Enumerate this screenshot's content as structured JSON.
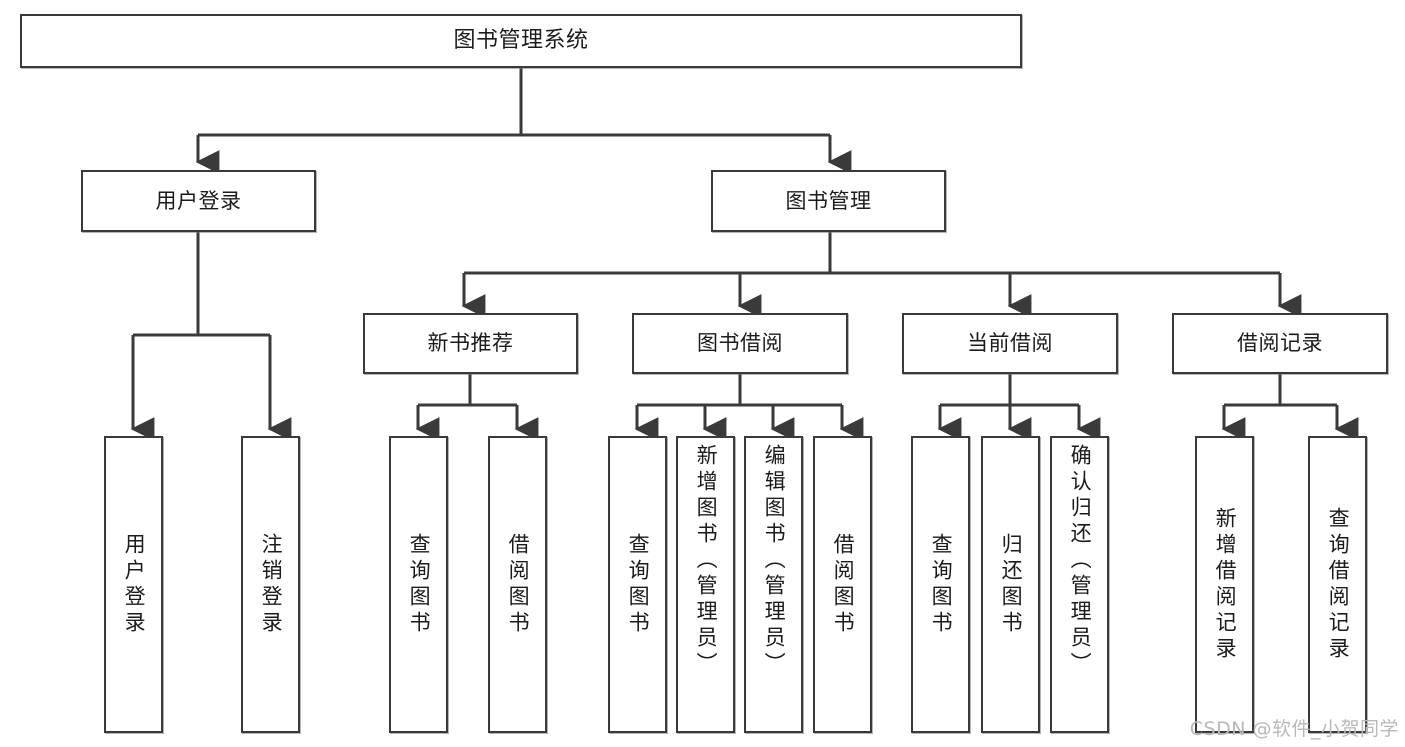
{
  "diagram": {
    "title": "图书管理系统",
    "type": "tree-hierarchy-functional-decomposition",
    "root": {
      "label": "图书管理系统"
    },
    "level2": [
      {
        "label": "用户登录"
      },
      {
        "label": "图书管理"
      }
    ],
    "level3": [
      {
        "label": "新书推荐"
      },
      {
        "label": "图书借阅"
      },
      {
        "label": "当前借阅"
      },
      {
        "label": "借阅记录"
      }
    ],
    "leaves": {
      "user_login": [
        {
          "label": "用户登录"
        },
        {
          "label": "注销登录"
        }
      ],
      "new_book_recommend": [
        {
          "label": "查询图书"
        },
        {
          "label": "借阅图书"
        }
      ],
      "book_borrow": [
        {
          "label": "查询图书"
        },
        {
          "label": "新增图书（管理员）"
        },
        {
          "label": "编辑图书（管理员）"
        },
        {
          "label": "借阅图书"
        }
      ],
      "current_borrow": [
        {
          "label": "查询图书"
        },
        {
          "label": "归还图书"
        },
        {
          "label": "确认归还（管理员）"
        }
      ],
      "borrow_record": [
        {
          "label": "新增借阅记录"
        },
        {
          "label": "查询借阅记录"
        }
      ]
    }
  },
  "watermark": {
    "text": "CSDN @软件_小贺同学"
  },
  "colors": {
    "box_border": "#3a3a3a",
    "box_fill": "#ffffff",
    "text": "#1b1b1b",
    "connector": "#3a3a3a",
    "watermark": "#b9b9b9",
    "background": "#ffffff"
  }
}
